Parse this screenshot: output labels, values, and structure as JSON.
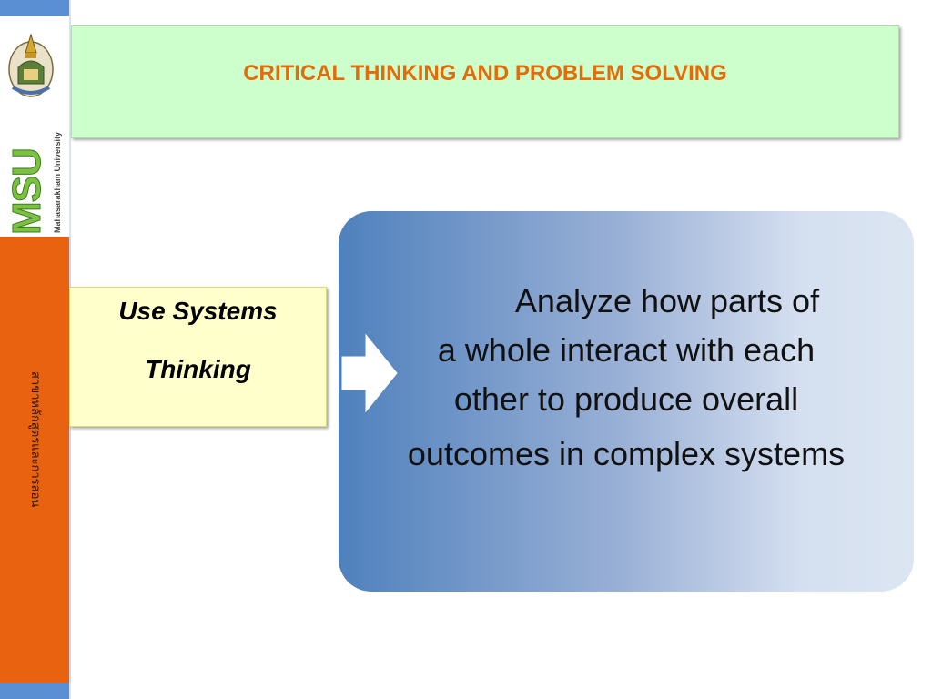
{
  "sidebar": {
    "logo_text": "MSU",
    "university_name": "Mahasarakham University",
    "vertical_label": "สาขาหลักสูตรและการสอน",
    "colors": {
      "top_bar": "#5b8fd4",
      "orange_band": "#e8620f",
      "logo_green": "#7cc242"
    }
  },
  "slide": {
    "title": "CRITICAL THINKING AND PROBLEM SOLVING",
    "title_color": "#e36c0a",
    "title_bg": "#ccffcc",
    "concept": {
      "line1": "Use Systems",
      "line2": "Thinking",
      "bg": "#ffffcc"
    },
    "arrow_icon": "right-arrow-icon",
    "description": {
      "line1": "Analyze how parts of",
      "line2": "a whole interact with each",
      "line3": "other to produce overall",
      "line4": "outcomes in complex systems",
      "gradient_start": "#4f81bd",
      "gradient_end": "#dce6f2"
    }
  }
}
